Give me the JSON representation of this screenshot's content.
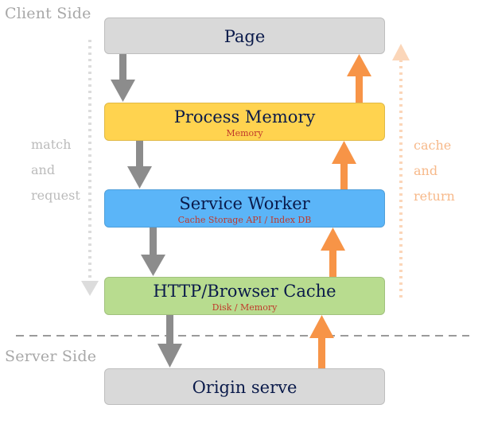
{
  "sides": {
    "client": "Client Side",
    "server": "Server Side"
  },
  "layers": {
    "page": {
      "title": "Page",
      "color": "#d9d9d9"
    },
    "process_memory": {
      "title": "Process Memory",
      "subtitle": "Memory",
      "color": "#ffd34f"
    },
    "service_worker": {
      "title": "Service Worker",
      "subtitle": "Cache Storage API / Index DB",
      "color": "#5bb5f8"
    },
    "http_cache": {
      "title": "HTTP/Browser Cache",
      "subtitle": "Disk / Memory",
      "color": "#b8dc8f"
    },
    "origin": {
      "title": "Origin serve",
      "color": "#d9d9d9"
    }
  },
  "left_annotation": {
    "words": [
      "match",
      "and",
      "request"
    ],
    "color": "#bbbbbb"
  },
  "right_annotation": {
    "words": [
      "cache",
      "and",
      "return"
    ],
    "color": "#f7b98a"
  },
  "colors": {
    "request_arrow": "#8c8c8c",
    "response_arrow": "#f79447",
    "divider": "#9a9a9a"
  }
}
